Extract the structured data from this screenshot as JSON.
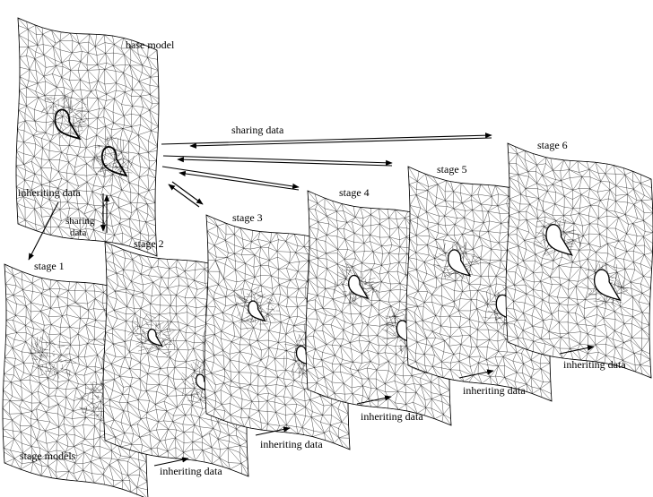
{
  "labels": {
    "base_model": "base model",
    "stage1": "stage 1",
    "stage2": "stage 2",
    "stage3": "stage 3",
    "stage4": "stage 4",
    "stage5": "stage 5",
    "stage6": "stage 6",
    "stage_models": "stage models",
    "sharing_data_top": "sharing data",
    "sharing_data_side_line1": "sharing",
    "sharing_data_side_line2": "data",
    "inheriting_data_side": "inheriting data",
    "inheriting_data": "inheriting data"
  },
  "colors": {
    "mesh": "#000000",
    "background": "#ffffff"
  }
}
